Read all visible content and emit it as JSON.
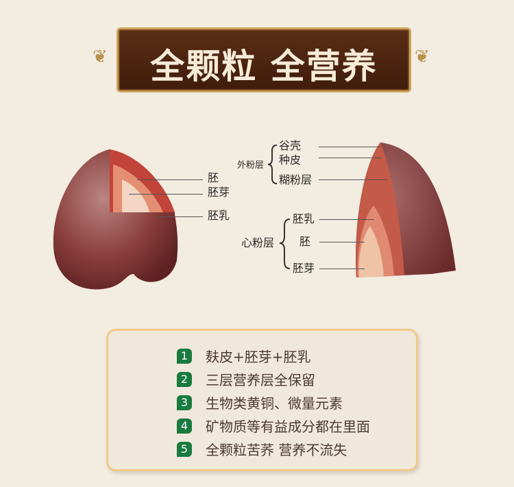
{
  "title": "全颗粒 全营养",
  "left_seed": {
    "labels": [
      "胚",
      "胚芽",
      "胚乳"
    ]
  },
  "right_seed": {
    "outer_group": "外粉层",
    "outer": [
      "谷壳",
      "种皮",
      "糊粉层"
    ],
    "inner_group": "心粉层",
    "inner": [
      "胚乳",
      "胚",
      "胚芽"
    ]
  },
  "features": [
    {
      "num": "1",
      "text": "麸皮+胚芽+胚乳"
    },
    {
      "num": "2",
      "text": "三层营养层全保留"
    },
    {
      "num": "3",
      "text": "生物类黄铜、微量元素"
    },
    {
      "num": "4",
      "text": "矿物质等有益成分都在里面"
    },
    {
      "num": "5",
      "text": "全颗粒苦荞 营养不流失"
    }
  ],
  "colors": {
    "banner": "#4a2410",
    "badge": "#197a3f",
    "panel_border": "#f2c98a"
  }
}
